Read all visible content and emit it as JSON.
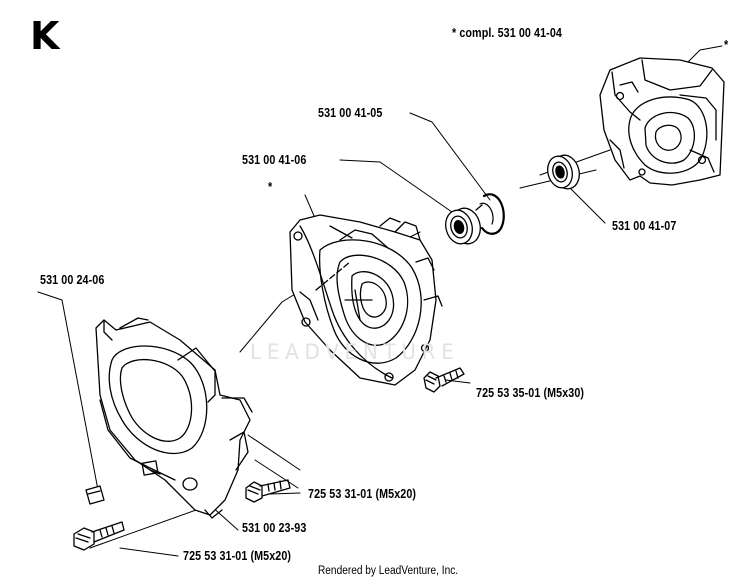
{
  "section_letter": "K",
  "watermark": "LEADVENTURE",
  "footer": "Rendered by LeadVenture, Inc.",
  "asterisk": "*",
  "parts": {
    "complete_set": "* compl. 531 00 41-04",
    "snap_ring": "531 00 41-05",
    "bearing_left": "531 00 41-06",
    "bearing_right": "531 00 41-07",
    "plate": "531 00 24-06",
    "screw_m5x30": "725 53 35-01 (M5x30)",
    "screw_m5x20_right": "725 53 31-01 (M5x20)",
    "cover_part": "531 00 23-93",
    "screw_m5x20_bottom": "725 53 31-01 (M5x20)"
  }
}
